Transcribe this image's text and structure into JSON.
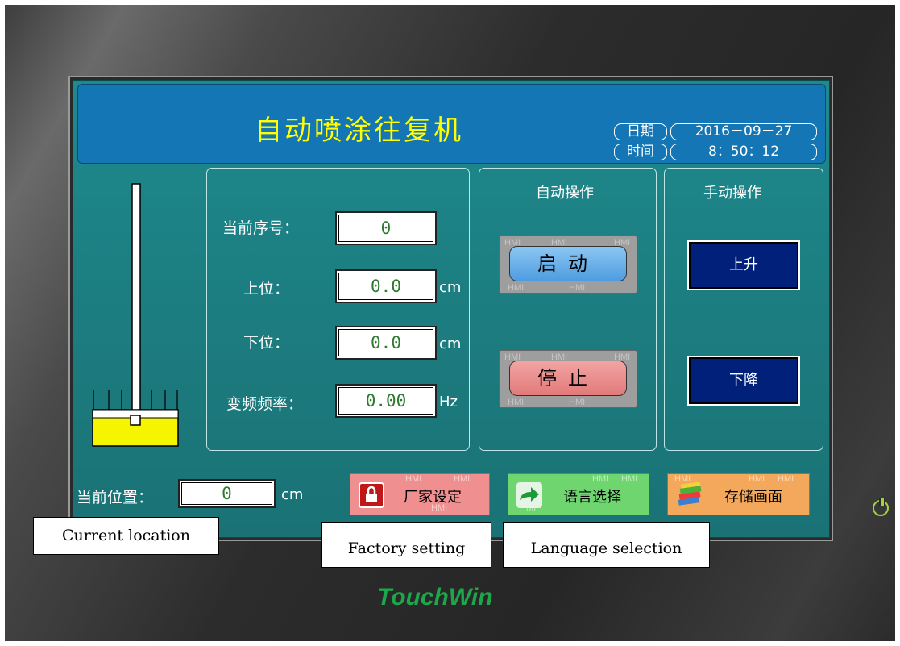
{
  "header": {
    "title": "自动喷涂往复机",
    "date_label": "日期",
    "date_value": "2016－09－27",
    "time_label": "时间",
    "time_value": "8：50：12"
  },
  "params": {
    "seq_label": "当前序号：",
    "seq_value": "0",
    "upper_label": "上位：",
    "upper_value": "0.0",
    "upper_unit": "cm",
    "lower_label": "下位：",
    "lower_value": "0.0",
    "lower_unit": "cm",
    "freq_label": "变频频率：",
    "freq_value": "0.00",
    "freq_unit": "Hz"
  },
  "auto": {
    "heading": "自动操作",
    "start_label": "启动",
    "stop_label": "停止",
    "watermark": "HMI"
  },
  "manual": {
    "heading": "手动操作",
    "up_label": "上升",
    "down_label": "下降"
  },
  "position": {
    "label": "当前位置：",
    "value": "0",
    "unit": "cm"
  },
  "bottom_buttons": {
    "factory_label": "厂家设定",
    "language_label": "语言选择",
    "storage_label": "存储画面"
  },
  "captions": {
    "current_location": "Current location",
    "factory_setting": "Factory setting",
    "language_selection": "Language selection"
  },
  "brand": {
    "logo": "TouchWin"
  },
  "colors": {
    "screen_bg": "#1e8a8e",
    "header_bg": "#1476b4",
    "title_color": "#ffff00",
    "start_button": "#5aa8e6",
    "stop_button": "#e88a8a",
    "manual_button": "#00207a",
    "factory_button": "#ef8f8f",
    "language_button": "#6fd66f",
    "storage_button": "#f3a85c",
    "tank_liquid": "#f5f500"
  },
  "icons": [
    "lock-icon",
    "arrow-right-icon",
    "layers-icon",
    "power-icon"
  ]
}
